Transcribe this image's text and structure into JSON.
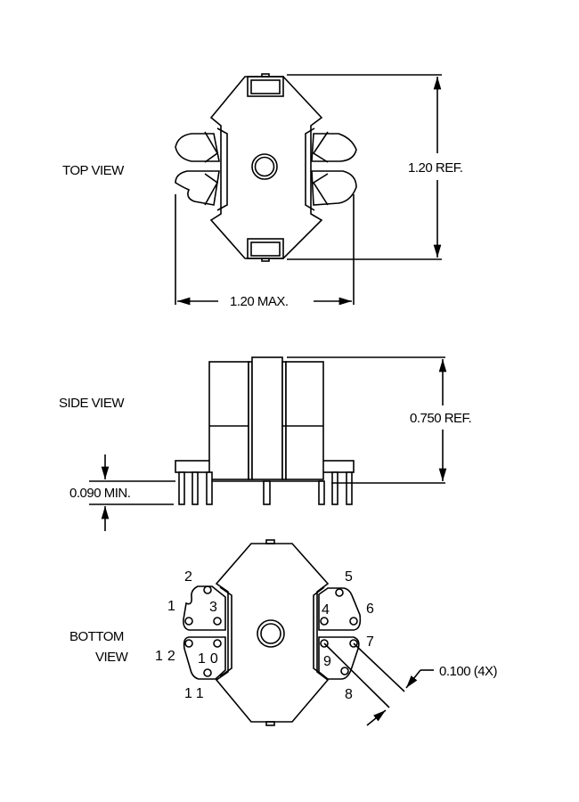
{
  "views": {
    "top": {
      "label": "TOP VIEW",
      "height_dim": "1.20 REF.",
      "width_dim": "1.20 MAX."
    },
    "side": {
      "label": "SIDE VIEW",
      "height_dim": "0.750 REF.",
      "pin_dim": "0.090 MIN."
    },
    "bottom": {
      "label_line1": "BOTTOM",
      "label_line2": "VIEW",
      "pin_spacing_dim": "0.100 (4X)",
      "pins": [
        "1",
        "2",
        "3",
        "4",
        "5",
        "6",
        "7",
        "8",
        "9",
        "10",
        "11",
        "12"
      ]
    }
  }
}
